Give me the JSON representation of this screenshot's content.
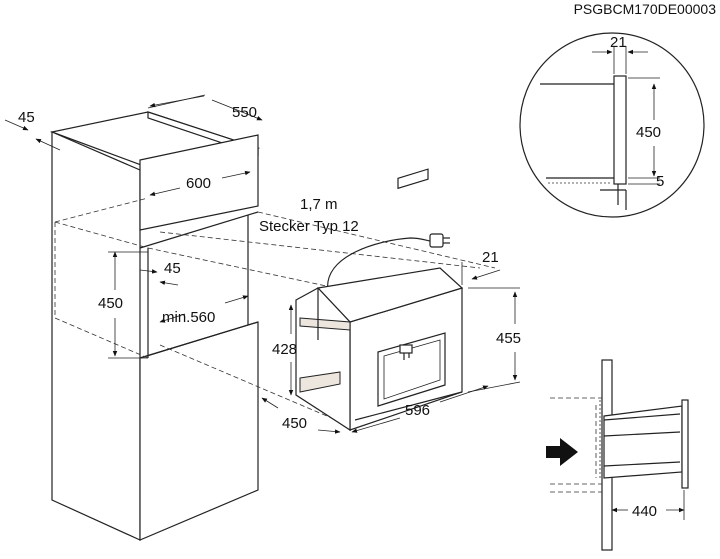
{
  "diagram": {
    "code": "PSGBCM170DE00003",
    "cabinet": {
      "depth_top": "45",
      "width_top": "550",
      "front_width": "600",
      "niche_height": "450",
      "niche_inset": "45",
      "min_depth": "min.560"
    },
    "cable": {
      "length": "1,7 m",
      "plug": "Stecker Typ 12"
    },
    "appliance": {
      "frame_depth": "21",
      "height": "455",
      "body_height": "428",
      "depth": "450",
      "width": "596"
    },
    "detail": {
      "frame": "21",
      "height": "450",
      "gap": "5"
    },
    "side_view": {
      "depth": "440"
    }
  }
}
